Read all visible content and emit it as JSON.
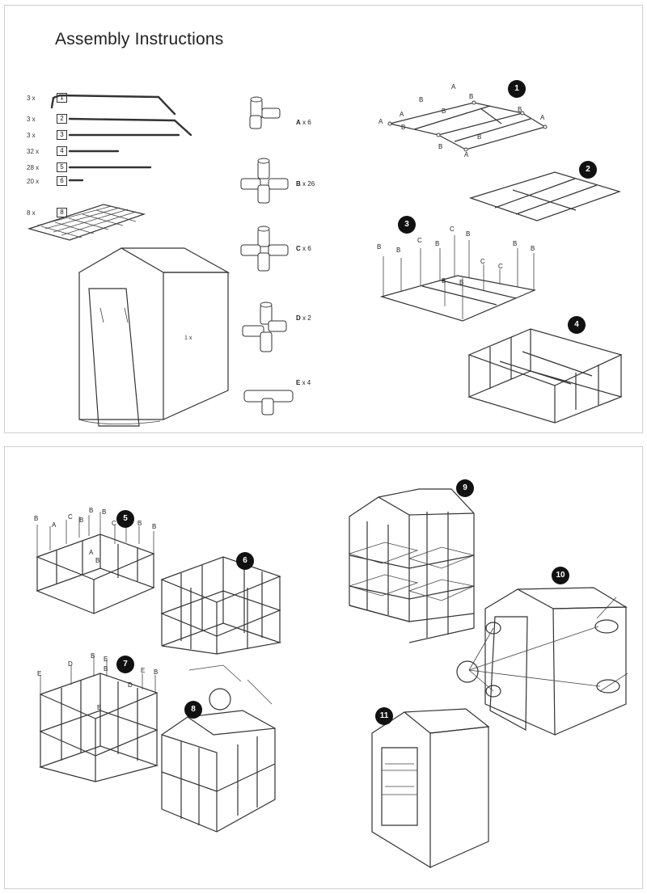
{
  "title": "Assembly Instructions",
  "parts": [
    {
      "qty": "3 x",
      "part": "1"
    },
    {
      "qty": "3 x",
      "part": "2"
    },
    {
      "qty": "3 x",
      "part": "3"
    },
    {
      "qty": "32 x",
      "part": "4"
    },
    {
      "qty": "28 x",
      "part": "5"
    },
    {
      "qty": "20 x",
      "part": "6"
    },
    {
      "qty": "8 x",
      "part": "8"
    }
  ],
  "cover": {
    "qty": "1 x"
  },
  "connectors": [
    {
      "letter": "A",
      "qty": "x 6"
    },
    {
      "letter": "B",
      "qty": "x 26"
    },
    {
      "letter": "C",
      "qty": "x 6"
    },
    {
      "letter": "D",
      "qty": "x 2"
    },
    {
      "letter": "E",
      "qty": "x 4"
    }
  ],
  "steps": [
    "1",
    "2",
    "3",
    "4",
    "5",
    "6",
    "7",
    "8",
    "9",
    "10",
    "11"
  ],
  "step_labels": {
    "s1": [
      "A",
      "B",
      "B",
      "A",
      "B",
      "B",
      "A",
      "A",
      "B",
      "B",
      "B",
      "A"
    ],
    "s3": [
      "B",
      "B",
      "C",
      "B",
      "C",
      "B",
      "B",
      "B",
      "C",
      "C",
      "B",
      "B"
    ],
    "s5": [
      "B",
      "A",
      "C",
      "B",
      "B",
      "B",
      "C",
      "B",
      "B",
      "B",
      "A",
      "B"
    ],
    "s7": [
      "E",
      "D",
      "B",
      "E",
      "B",
      "D",
      "E",
      "B",
      "E"
    ]
  }
}
